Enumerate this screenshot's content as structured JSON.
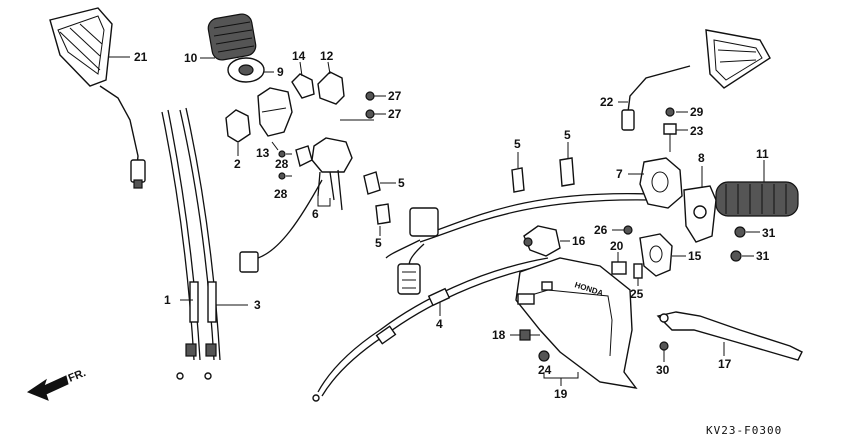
{
  "callouts": [
    {
      "id": "c21",
      "text": "21"
    },
    {
      "id": "c10",
      "text": "10"
    },
    {
      "id": "c9",
      "text": "9"
    },
    {
      "id": "c14",
      "text": "14"
    },
    {
      "id": "c12",
      "text": "12"
    },
    {
      "id": "c27a",
      "text": "27"
    },
    {
      "id": "c27b",
      "text": "27"
    },
    {
      "id": "c2",
      "text": "2"
    },
    {
      "id": "c13",
      "text": "13"
    },
    {
      "id": "c28a",
      "text": "28"
    },
    {
      "id": "c28b",
      "text": "28"
    },
    {
      "id": "c6",
      "text": "6"
    },
    {
      "id": "c5a",
      "text": "5"
    },
    {
      "id": "c5b",
      "text": "5"
    },
    {
      "id": "c5c",
      "text": "5"
    },
    {
      "id": "c5d",
      "text": "5"
    },
    {
      "id": "c22",
      "text": "22"
    },
    {
      "id": "c29",
      "text": "29"
    },
    {
      "id": "c23",
      "text": "23"
    },
    {
      "id": "c7",
      "text": "7"
    },
    {
      "id": "c8",
      "text": "8"
    },
    {
      "id": "c11",
      "text": "11"
    },
    {
      "id": "c16",
      "text": "16"
    },
    {
      "id": "c26",
      "text": "26"
    },
    {
      "id": "c20",
      "text": "20"
    },
    {
      "id": "c15",
      "text": "15"
    },
    {
      "id": "c31a",
      "text": "31"
    },
    {
      "id": "c31b",
      "text": "31"
    },
    {
      "id": "c25",
      "text": "25"
    },
    {
      "id": "c1",
      "text": "1"
    },
    {
      "id": "c3",
      "text": "3"
    },
    {
      "id": "c4",
      "text": "4"
    },
    {
      "id": "c18",
      "text": "18"
    },
    {
      "id": "c24",
      "text": "24"
    },
    {
      "id": "c19",
      "text": "19"
    },
    {
      "id": "c17",
      "text": "17"
    },
    {
      "id": "c30",
      "text": "30"
    }
  ],
  "direction_label": "FR.",
  "lever_brand": "HONDA",
  "diagram_code": "KV23-F0300"
}
